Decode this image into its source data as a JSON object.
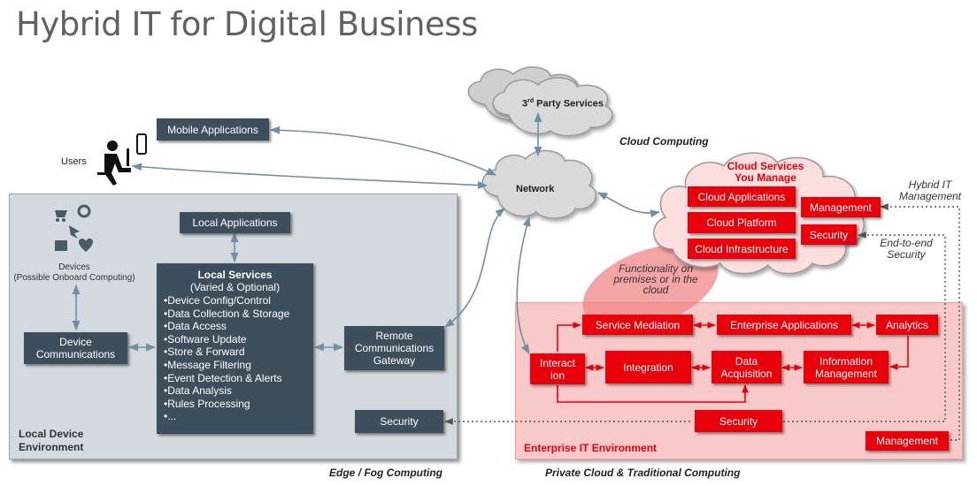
{
  "title": "Hybrid IT for Digital Business",
  "labels": {
    "users": "Users",
    "cloud_computing": "Cloud Computing",
    "edge_fog": "Edge / Fog Computing",
    "private_cloud": "Private Cloud & Traditional Computing",
    "hybrid_it_mgmt_1": "Hybrid IT",
    "hybrid_it_mgmt_2": "Management",
    "e2e_1": "End-to-end",
    "e2e_2": "Security",
    "functionality_1": "Functionality on",
    "functionality_2": "premises or in the",
    "functionality_3": "cloud",
    "devices_1": "Devices",
    "devices_2": "(Possible Onboard Computing)"
  },
  "clouds": {
    "third_party_base": "3",
    "third_party_sup": "rd",
    "third_party_rest": " Party Services",
    "network": "Network",
    "cloud_services_1": "Cloud Services",
    "cloud_services_2": "You Manage"
  },
  "local": {
    "mobile_apps": "Mobile Applications",
    "local_apps": "Local Applications",
    "device_comms_1": "Device",
    "device_comms_2": "Communications",
    "remote_gw_1": "Remote",
    "remote_gw_2": "Communications",
    "remote_gw_3": "Gateway",
    "security": "Security",
    "env_1": "Local Device",
    "env_2": "Environment",
    "services_title": "Local Services",
    "services_sub": "(Varied & Optional)",
    "services_items": [
      "Device Config/Control",
      "Data Collection & Storage",
      "Data Access",
      "Software Update",
      "Store & Forward",
      "Message Filtering",
      "Event Detection & Alerts",
      "Data Analysis",
      "Rules Processing",
      "..."
    ]
  },
  "cloud_boxes": {
    "cloud_apps": "Cloud Applications",
    "cloud_platform": "Cloud Platform",
    "cloud_infra": "Cloud Infrastructure",
    "management": "Management",
    "security": "Security"
  },
  "enterprise": {
    "service_mediation": "Service Mediation",
    "enterprise_apps": "Enterprise Applications",
    "analytics": "Analytics",
    "interaction_1": "Interact",
    "interaction_2": "ion",
    "integration": "Integration",
    "data_acq_1": "Data",
    "data_acq_2": "Acquisition",
    "info_mgmt_1": "Information",
    "info_mgmt_2": "Management",
    "security": "Security",
    "management": "Management",
    "env_label": "Enterprise IT Environment"
  },
  "colors": {
    "dark_box": "#3d4f5c",
    "red_box": "#e8000b",
    "local_panel": "#d3d9de",
    "enterprise_panel": "#f9c8c8",
    "cloud_fill": "#d9d9d9",
    "cloud_red_fill": "#fcdede",
    "arrow": "#6f8fa3"
  }
}
